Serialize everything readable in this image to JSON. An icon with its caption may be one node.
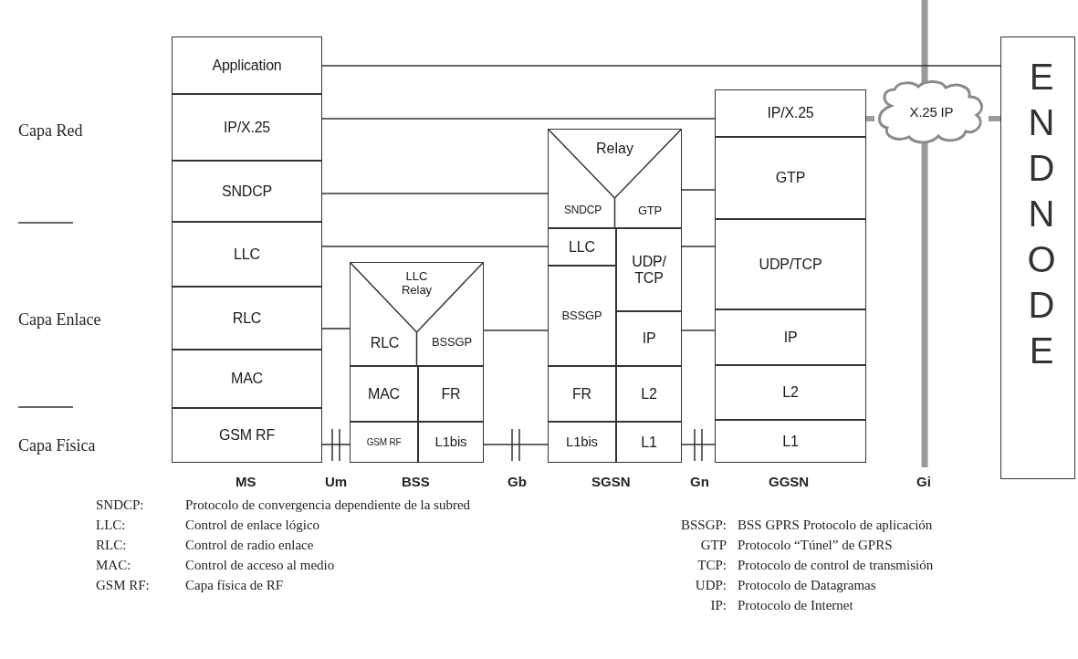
{
  "diagram": {
    "nodes": [
      {
        "text": [
          "Application"
        ]
      },
      {
        "text": [
          "IP/X.25"
        ]
      },
      {
        "text": [
          "SNDCP"
        ]
      },
      {
        "text": [
          "LLC"
        ]
      },
      {
        "text": [
          "RLC"
        ]
      },
      {
        "text": [
          "MAC"
        ]
      },
      {
        "text": [
          "GSM RF"
        ]
      },
      {
        "text": [
          "LLC Relay"
        ]
      },
      {
        "text": [
          "RLC"
        ],
        "in": 7
      },
      {
        "text": [
          "BSSGP"
        ],
        "in": 7
      },
      {
        "text": [
          "MAC"
        ]
      },
      {
        "text": [
          "FR"
        ]
      },
      {
        "text": [
          "GSM RF"
        ]
      },
      {
        "text": [
          "L1bis"
        ]
      },
      {
        "text": [
          "Relay"
        ]
      },
      {
        "text": [
          "SNDCP"
        ],
        "in": 14
      },
      {
        "text": [
          "GTP"
        ],
        "in": 14
      },
      {
        "text": [
          "LLC"
        ]
      },
      {
        "text": [
          "UDP/ TCP"
        ]
      },
      {
        "text": [
          "BSSGP"
        ]
      },
      {
        "text": [
          "IP"
        ]
      },
      {
        "text": [
          "FR"
        ]
      },
      {
        "text": [
          "L2"
        ]
      },
      {
        "text": [
          "L1bis"
        ]
      },
      {
        "text": [
          "L1"
        ]
      },
      {
        "text": [
          "IP/X.25"
        ]
      },
      {
        "text": [
          "GTP"
        ]
      },
      {
        "text": [
          "UDP/TCP"
        ]
      },
      {
        "text": [
          "IP"
        ]
      },
      {
        "text": [
          "L2"
        ]
      },
      {
        "text": [
          "L1"
        ]
      },
      {
        "text": [
          "X.25 IP"
        ]
      },
      {
        "text": [
          "END NODE"
        ]
      }
    ],
    "edges": [
      {
        "from": 0,
        "to": 32,
        "arrow": "none"
      },
      {
        "from": 1,
        "to": 25,
        "arrow": "none"
      },
      {
        "from": 2,
        "to": 15,
        "arrow": "none"
      },
      {
        "from": 3,
        "to": 17,
        "arrow": "none"
      },
      {
        "from": 4,
        "to": 8,
        "arrow": "none"
      },
      {
        "from": 9,
        "to": 19,
        "arrow": "none"
      },
      {
        "from": 16,
        "to": 26,
        "arrow": "none"
      },
      {
        "from": 18,
        "to": 27,
        "arrow": "none"
      },
      {
        "from": 20,
        "to": 28,
        "arrow": "none"
      },
      {
        "from": 6,
        "to": 12,
        "arrow": "none"
      },
      {
        "from": 13,
        "to": 23,
        "arrow": "none"
      },
      {
        "from": 24,
        "to": 30,
        "arrow": "none"
      },
      {
        "from": 25,
        "to": 31,
        "arrow": "none",
        "style": "thick",
        "color": "#9a9a9a"
      },
      {
        "from": 31,
        "to": 32,
        "arrow": "none",
        "style": "thick",
        "color": "#9a9a9a"
      }
    ],
    "labels": [
      "Capa Red",
      "Capa Enlace",
      "Capa Física",
      "MS",
      "Um",
      "BSS",
      "Gb",
      "SGSN",
      "Gn",
      "GGSN",
      "Gi",
      "SNDCP:",
      "Protocolo de convergencia dependiente de la subred",
      "LLC:",
      "Control de enlace lógico",
      "RLC:",
      "Control de radio enlace",
      "MAC:",
      "Control de acceso al medio",
      "GSM RF:",
      "Capa física de RF",
      "BSSGP:",
      "BSS GPRS Protocolo de aplicación",
      "GTP",
      "Protocolo “Túnel” de GPRS",
      "TCP:",
      "Protocolo de control de transmisión",
      "UDP:",
      "Protocolo de Datagramas",
      "IP:",
      "Protocolo de Internet"
    ]
  }
}
